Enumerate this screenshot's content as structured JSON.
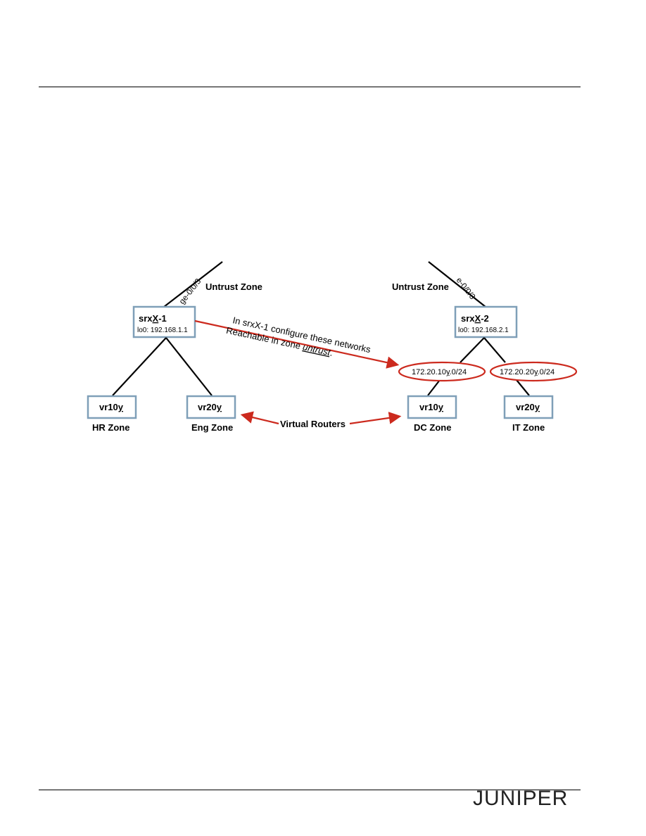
{
  "srx1": {
    "name": "srxX-1",
    "name_pre": "srx",
    "name_x": "X",
    "name_post": "-1",
    "loopback": "lo0: 192.168.1.1",
    "interface": "ge-0/0/3",
    "zone_label": "Untrust Zone"
  },
  "srx2": {
    "name": "srxX-2",
    "name_pre": "srx",
    "name_x": "X",
    "name_post": "-2",
    "loopback": "lo0: 192.168.2.1",
    "interface": "e-0/0/3",
    "zone_label": "Untrust Zone"
  },
  "vr_left": [
    {
      "label": "vr10y",
      "label_pre": "vr10",
      "label_y": "y",
      "zone": "HR Zone"
    },
    {
      "label": "vr20y",
      "label_pre": "vr20",
      "label_y": "y",
      "zone": "Eng Zone"
    }
  ],
  "vr_right": [
    {
      "label": "vr10y",
      "label_pre": "vr10",
      "label_y": "y",
      "zone": "DC Zone"
    },
    {
      "label": "vr20y",
      "label_pre": "vr20",
      "label_y": "y",
      "zone": "IT Zone"
    }
  ],
  "networks": [
    {
      "text": "172.20.10y.0/24",
      "pre": "172.20.10",
      "y": "y",
      "post": ".0/24"
    },
    {
      "text": "172.20.20y.0/24",
      "pre": "172.20.20",
      "y": "y",
      "post": ".0/24"
    }
  ],
  "annotation": {
    "line1": "In srxX-1 configure these networks",
    "line2_pre": "Reachable in zone ",
    "line2_em": "untrust",
    "line2_post": "."
  },
  "vr_callout": "Virtual Routers",
  "footer_logo": "JUNIPER",
  "colors": {
    "box_border": "#7f9fb8",
    "accent_red": "#cc2a1e",
    "rule": "#000000"
  }
}
